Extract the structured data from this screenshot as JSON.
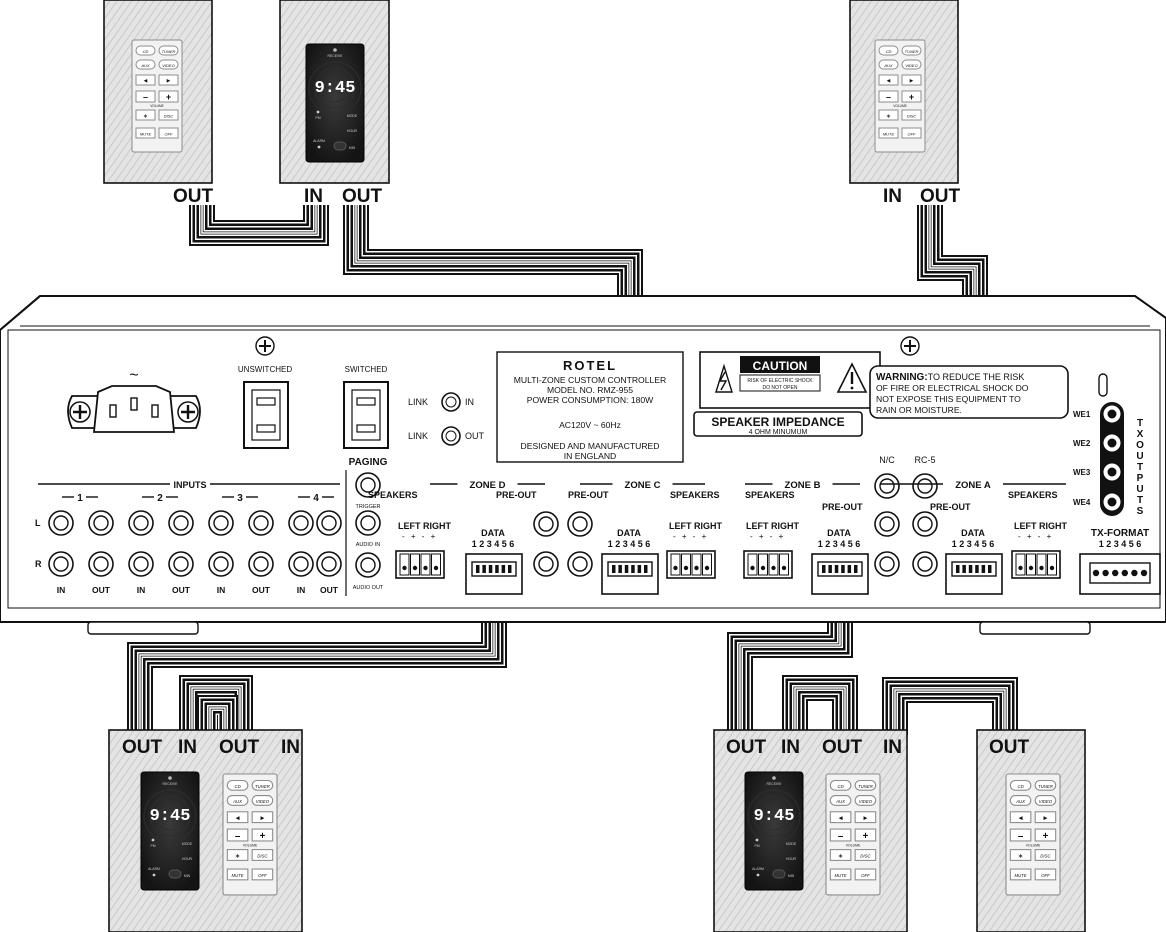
{
  "chassis": {
    "inputs_label": "INPUTS",
    "input_numbers": [
      "1",
      "2",
      "3",
      "4"
    ],
    "row_l": "L",
    "row_r": "R",
    "in_label": "IN",
    "out_label": "OUT",
    "unswitched": "UNSWITCHED",
    "switched": "SWITCHED",
    "ac_symbol": "~",
    "link_in": "LINK",
    "link_in_suffix": "IN",
    "link_out": "LINK",
    "link_out_suffix": "OUT",
    "paging": "PAGING",
    "trigger": "TRIGGER",
    "audio_in": "AUDIO IN",
    "audio_out": "AUDIO OUT",
    "nc": "N/C",
    "rc5": "RC-5",
    "tx_format": "TX-FORMAT",
    "tx_outputs": "TXOUTPUTS",
    "data_label": "DATA",
    "pin_numbers": "1 2 3 4 5 6",
    "speakers": "SPEAKERS",
    "pre_out": "PRE-OUT",
    "left_right": "LEFT RIGHT",
    "polarity": "- + - +",
    "we_labels": [
      "WE1",
      "WE2",
      "WE3",
      "WE4"
    ]
  },
  "zones": [
    {
      "name": "ZONE D"
    },
    {
      "name": "ZONE C"
    },
    {
      "name": "ZONE B"
    },
    {
      "name": "ZONE A"
    }
  ],
  "rotel_plate": {
    "brand": "ROTEL",
    "line1": "MULTI-ZONE CUSTOM CONTROLLER",
    "line2": "MODEL NO. RMZ-955",
    "line3": "POWER CONSUMPTION: 180W",
    "line4": "AC120V ~ 60Hz",
    "line5": "DESIGNED AND MANUFACTURED",
    "line6": "IN ENGLAND"
  },
  "caution": {
    "title": "CAUTION",
    "line1": "RISK OF ELECTRIC SHOCK",
    "line2": "DO NOT OPEN"
  },
  "impedance": {
    "title": "SPEAKER IMPEDANCE",
    "sub": "4 OHM MINUMUM"
  },
  "warning": {
    "head": "WARNING:",
    "line1": "TO REDUCE THE RISK",
    "line2": "OF FIRE OR ELECTRICAL SHOCK DO",
    "line3": "NOT EXPOSE THIS EQUIPMENT TO",
    "line4": "RAIN OR MOISTURE."
  },
  "keypad": {
    "cd": "CD",
    "tuner": "TUNER",
    "aux": "AUX",
    "video": "VIDEO",
    "prev": "◄",
    "next": "►",
    "minus": "–",
    "plus": "+",
    "volume": "VOLUME",
    "star": "∗",
    "disc": "DISC",
    "mute": "MUTE",
    "off": "OFF"
  },
  "display": {
    "time": "9:45",
    "receive": "RECEIVE",
    "pm": "PM",
    "mode": "MODE",
    "hour": "HOUR",
    "alarm": "ALARM",
    "min": "MIN"
  },
  "connectors": {
    "top1_out": "OUT",
    "top2_in": "IN",
    "top2_out": "OUT",
    "top3_in": "IN",
    "top3_out": "OUT",
    "bl_labels": [
      "OUT",
      "IN",
      "OUT",
      "IN"
    ],
    "br_labels": [
      "OUT",
      "IN",
      "OUT",
      "IN"
    ],
    "br2_out": "OUT"
  },
  "colors": {
    "ink": "#111111",
    "plate": "#d2d2d2",
    "display_bg": "#1c1c1c",
    "display_text": "#ffffff",
    "paper": "#ffffff"
  }
}
